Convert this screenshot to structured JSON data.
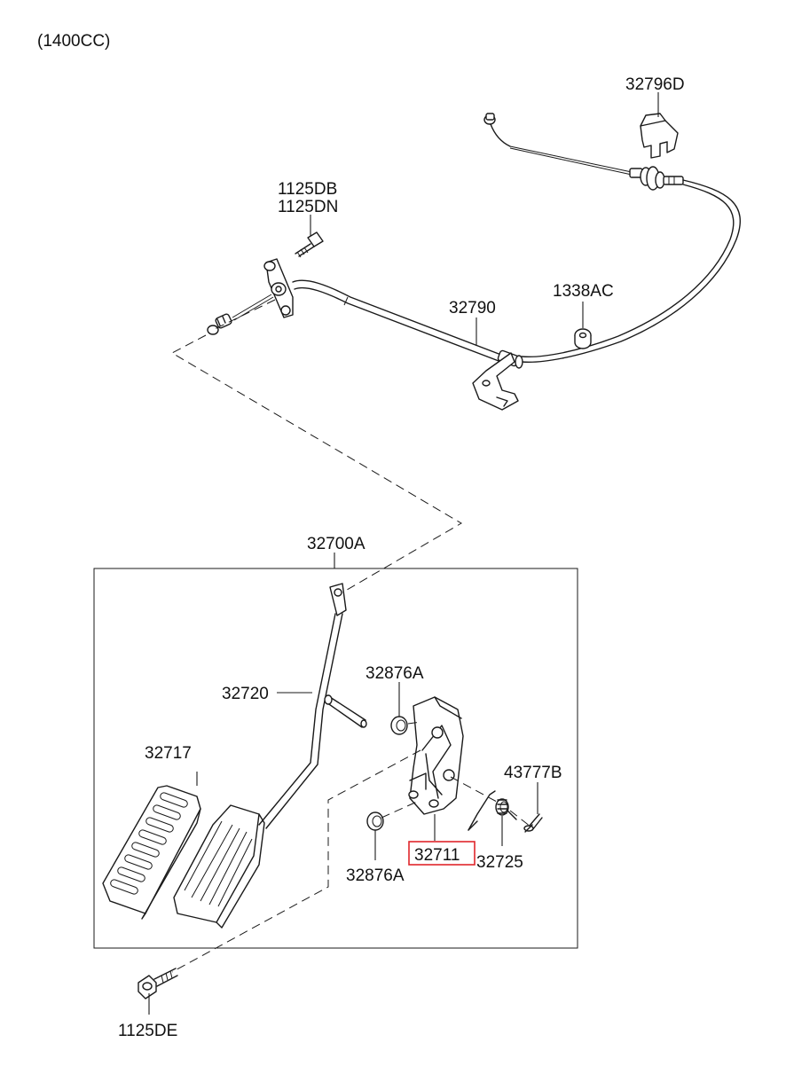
{
  "header": {
    "engine": "(1400CC)"
  },
  "labels": {
    "p32796D": "32796D",
    "p1125DB": "1125DB",
    "p1125DN": "1125DN",
    "p32790": "32790",
    "p1338AC": "1338AC",
    "p32700A": "32700A",
    "p32720": "32720",
    "p32876A_top": "32876A",
    "p32717": "32717",
    "p43777B": "43777B",
    "p32711": "32711",
    "p32725": "32725",
    "p32876A_bottom": "32876A",
    "p1125DE": "1125DE"
  },
  "highlight": {
    "part": "32711",
    "color": "#e0262b"
  }
}
